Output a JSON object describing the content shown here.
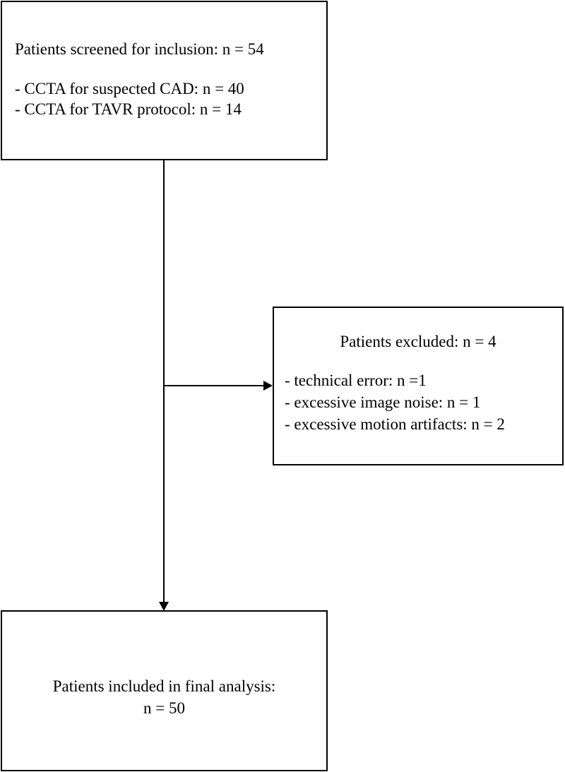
{
  "flowchart": {
    "screened": {
      "title": "Patients screened for inclusion: n = 54",
      "items": [
        "- CCTA for suspected CAD: n = 40",
        "- CCTA for TAVR protocol: n = 14"
      ]
    },
    "excluded": {
      "title": "Patients excluded: n = 4",
      "items": [
        "- technical error: n =1",
        "- excessive image noise: n = 1",
        "- excessive motion artifacts: n = 2"
      ]
    },
    "included": {
      "lines": [
        "Patients included in final analysis:",
        "n = 50"
      ]
    }
  },
  "colors": {
    "stroke": "#000000",
    "background": "#ffffff"
  }
}
